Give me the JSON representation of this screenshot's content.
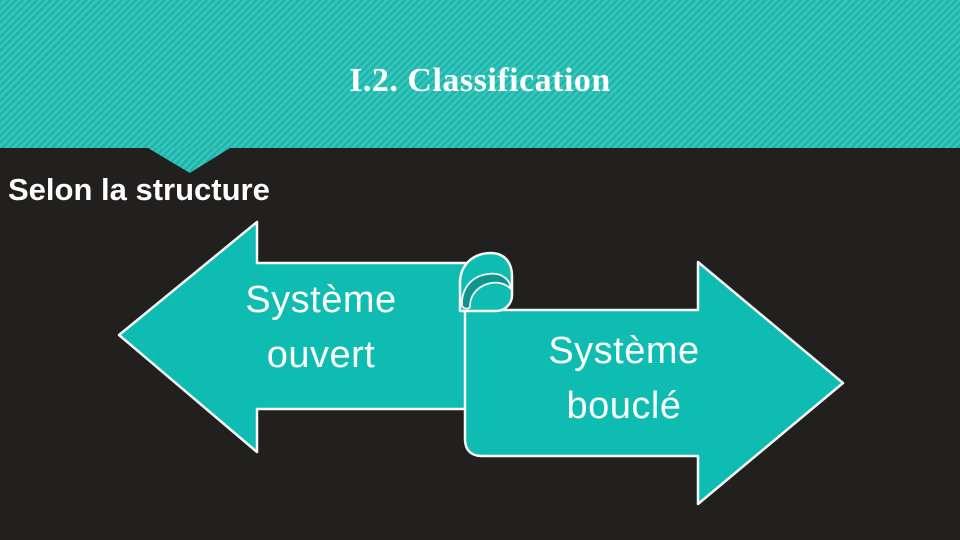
{
  "slide": {
    "title": "I.2. Classification",
    "subtitle": "Selon la structure",
    "diagram": {
      "left_arrow": {
        "direction": "left",
        "label_line1": "Système",
        "label_line2": "ouvert"
      },
      "right_arrow": {
        "direction": "right",
        "label_line1": "Système",
        "label_line2": "bouclé"
      }
    },
    "colors": {
      "background": "#221f1f",
      "band_teal_light": "#36c6bc",
      "band_teal_dark": "#1fb5ab",
      "arrow_fill": "#0fbcb1",
      "curl_shadow": "#0c968d",
      "outline": "#f7f7f5",
      "text": "#ffffff"
    }
  }
}
